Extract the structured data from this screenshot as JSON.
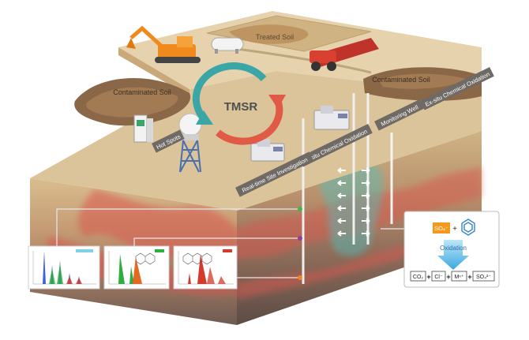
{
  "center_cycle": {
    "label": "TMSR"
  },
  "zones": {
    "treated_soil": "Treated Soil",
    "contaminated_soil_left": "Contaminated Soil",
    "contaminated_soil_right": "Contaminated Soil",
    "ex_situ_oxidation": "Ex-situ Chemical Oxidation",
    "monitoring_well": "Monitoring Well",
    "in_situ_oxidation": "In-situ Chemical Oxidation",
    "real_time_investigation": "Real-time Site Investigation",
    "hot_spots": "Hot Spots"
  },
  "reaction": {
    "oxidant": "SO₄⁻",
    "plus": "+",
    "process": "Oxidation",
    "products": [
      "CO₂",
      "Cl⁻",
      "Mⁿ⁺",
      "SO₄²⁻"
    ]
  },
  "colors": {
    "sand_top": "#dcc49a",
    "sand_side": "#cfb07f",
    "contamination": "#d9584f",
    "plume": "#4fc0bf",
    "cycle_teal": "#3aa6a6",
    "cycle_red": "#e05a45",
    "oxidant_orange": "#f39a1e",
    "spectrum_blue": "#1f47d0",
    "spectrum_green": "#2eae3f",
    "spectrum_red": "#d23b2b",
    "spectrum_orange": "#e2691f"
  }
}
